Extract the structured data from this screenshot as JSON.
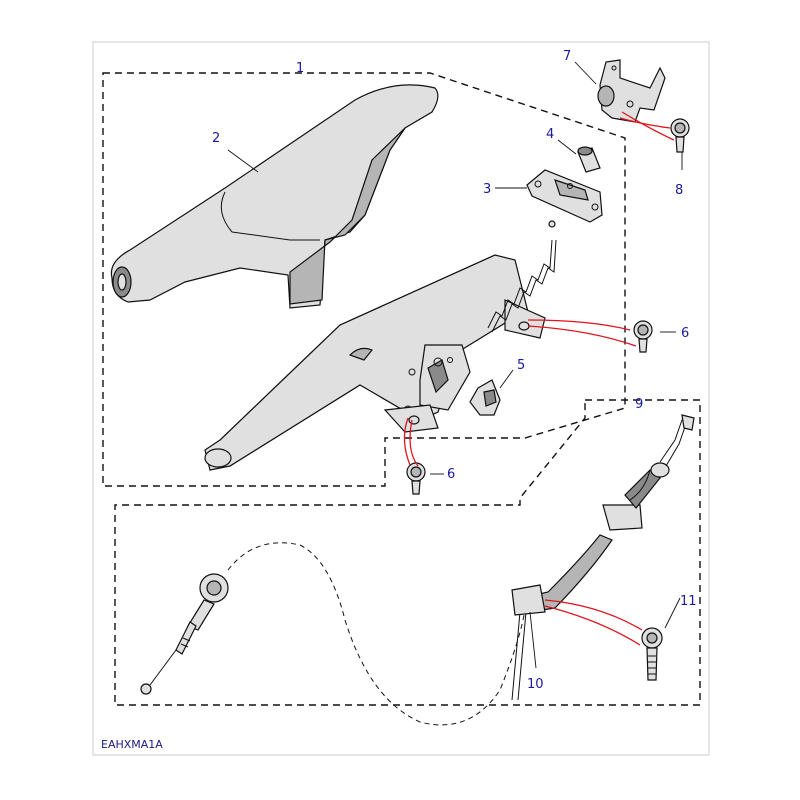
{
  "diagram": {
    "drawing_code": "EAHXMA1A",
    "callouts": [
      "1",
      "2",
      "3",
      "4",
      "5",
      "6",
      "6",
      "7",
      "8",
      "9",
      "10",
      "11"
    ],
    "colors": {
      "callout_text": "#1a1aa0",
      "fixing_lines": "#e0141e",
      "frame": "#cccccc",
      "outline": "#111111"
    }
  }
}
